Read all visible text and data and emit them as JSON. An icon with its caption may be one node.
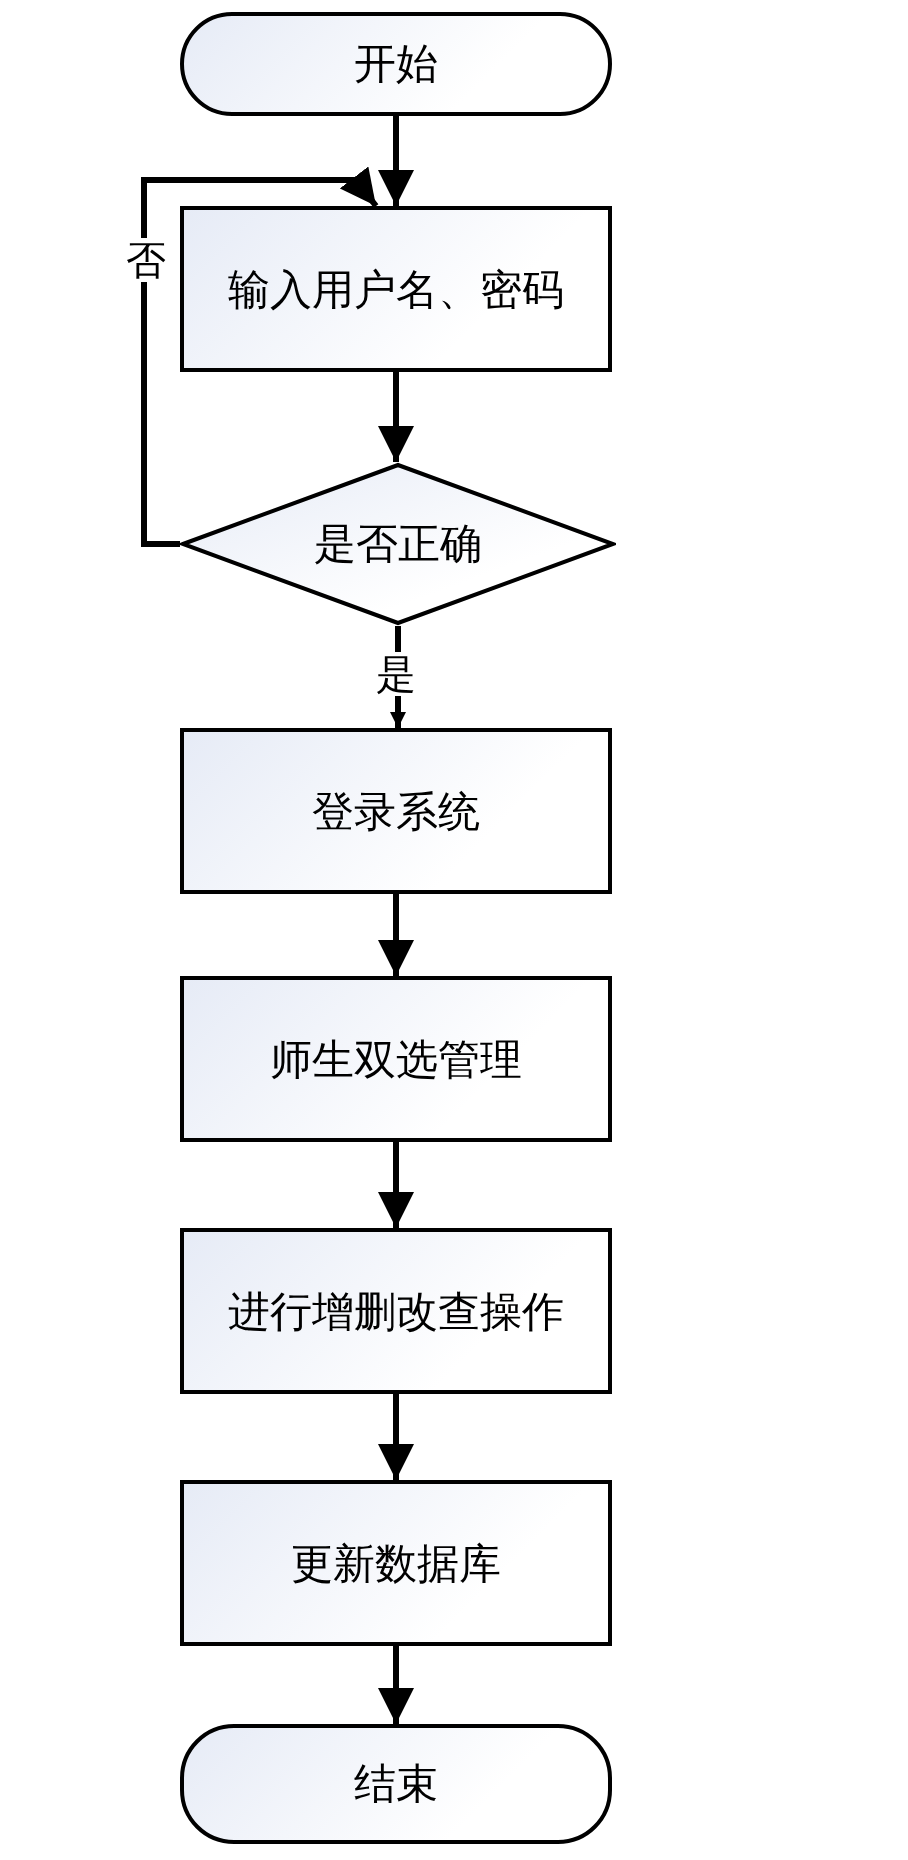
{
  "diagram": {
    "nodes": [
      {
        "text": [
          "开始"
        ]
      },
      {
        "text": [
          "输入用户名、密码"
        ]
      },
      {
        "text": [
          "是否正确"
        ]
      },
      {
        "text": [
          "登录系统"
        ]
      },
      {
        "text": [
          "师生双选管理"
        ]
      },
      {
        "text": [
          "进行增删改查操作"
        ]
      },
      {
        "text": [
          "更新数据库"
        ]
      },
      {
        "text": [
          "结束"
        ]
      }
    ],
    "edges": [
      {
        "from": 0,
        "to": 1,
        "arrow": "to"
      },
      {
        "from": 1,
        "to": 2,
        "arrow": "to"
      },
      {
        "from": 2,
        "to": 1,
        "arrow": "to",
        "label": "否"
      },
      {
        "from": 2,
        "to": 3,
        "arrow": "to",
        "label": "是"
      },
      {
        "from": 3,
        "to": 4,
        "arrow": "to"
      },
      {
        "from": 4,
        "to": 5,
        "arrow": "to"
      },
      {
        "from": 5,
        "to": 6,
        "arrow": "to"
      },
      {
        "from": 6,
        "to": 7,
        "arrow": "to"
      }
    ]
  }
}
